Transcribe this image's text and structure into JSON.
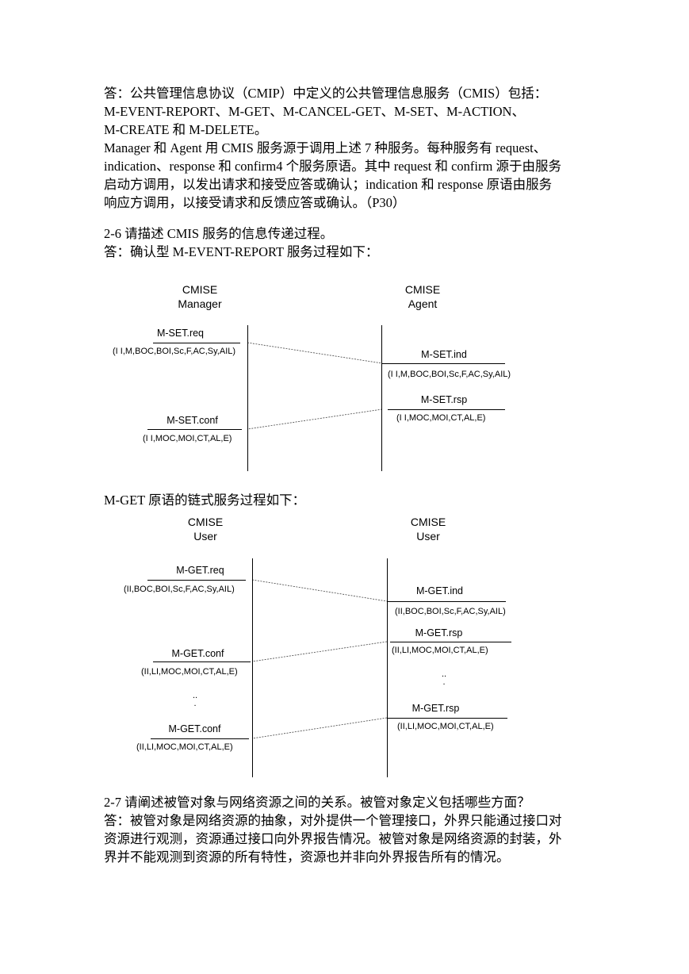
{
  "answer1": {
    "lines": [
      "答：公共管理信息协议（CMIP）中定义的公共管理信息服务（CMIS）包括：",
      "M-EVENT-REPORT、M-GET、M-CANCEL-GET、M-SET、M-ACTION、",
      "M-CREATE 和 M-DELETE。",
      "Manager 和 Agent 用 CMIS 服务源于调用上述 7 种服务。每种服务有 request、",
      "indication、response 和 confirm4 个服务原语。其中 request 和 confirm 源于由服务",
      "启动方调用，以发出请求和接受应答或确认；indication 和 response 原语由服务",
      "响应方调用，以接受请求和反馈应答或确认。（P30）"
    ]
  },
  "q26": {
    "question": "2-6 请描述 CMIS 服务的信息传递过程。",
    "answer": "答：确认型 M-EVENT-REPORT 服务过程如下："
  },
  "diagram1": {
    "left_header": [
      "CMISE",
      "Manager"
    ],
    "right_header": [
      "CMISE",
      "Agent"
    ],
    "req": {
      "label": "M-SET.req",
      "params": "(I I,M,BOC,BOI,Sc,F,AC,Sy,AIL)"
    },
    "ind": {
      "label": "M-SET.ind",
      "params": "(I I,M,BOC,BOI,Sc,F,AC,Sy,AIL)"
    },
    "rsp": {
      "label": "M-SET.rsp",
      "params": "(I I,MOC,MOI,CT,AL,E)"
    },
    "conf": {
      "label": "M-SET.conf",
      "params": "(I I,MOC,MOI,CT,AL,E)"
    }
  },
  "mget_intro": "M-GET 原语的链式服务过程如下：",
  "diagram2": {
    "left_header": [
      "CMISE",
      "User"
    ],
    "right_header": [
      "CMISE",
      "User"
    ],
    "req": {
      "label": "M-GET.req",
      "params": "(II,BOC,BOI,Sc,F,AC,Sy,AIL)"
    },
    "ind": {
      "label": "M-GET.ind",
      "params": "(II,BOC,BOI,Sc,F,AC,Sy,AIL)"
    },
    "rsp1": {
      "label": "M-GET.rsp",
      "params": "(II,LI,MOC,MOI,CT,AL,E)"
    },
    "conf1": {
      "label": "M-GET.conf",
      "params": "(II,LI,MOC,MOI,CT,AL,E)"
    },
    "rsp2": {
      "label": "M-GET.rsp",
      "params": "(II,LI,MOC,MOI,CT,AL,E)"
    },
    "conf2": {
      "label": "M-GET.conf",
      "params": "(II,LI,MOC,MOI,CT,AL,E)"
    },
    "dots_top": "..",
    "dots_bottom": "."
  },
  "q27": {
    "question": "2-7 请阐述被管对象与网络资源之间的关系。被管对象定义包括哪些方面？",
    "answer_lines": [
      "答：被管对象是网络资源的抽象，对外提供一个管理接口，外界只能通过接口对",
      "资源进行观测，资源通过接口向外界报告情况。被管对象是网络资源的封装，外",
      "界并不能观测到资源的所有特性，资源也并非向外界报告所有的情况。"
    ]
  }
}
